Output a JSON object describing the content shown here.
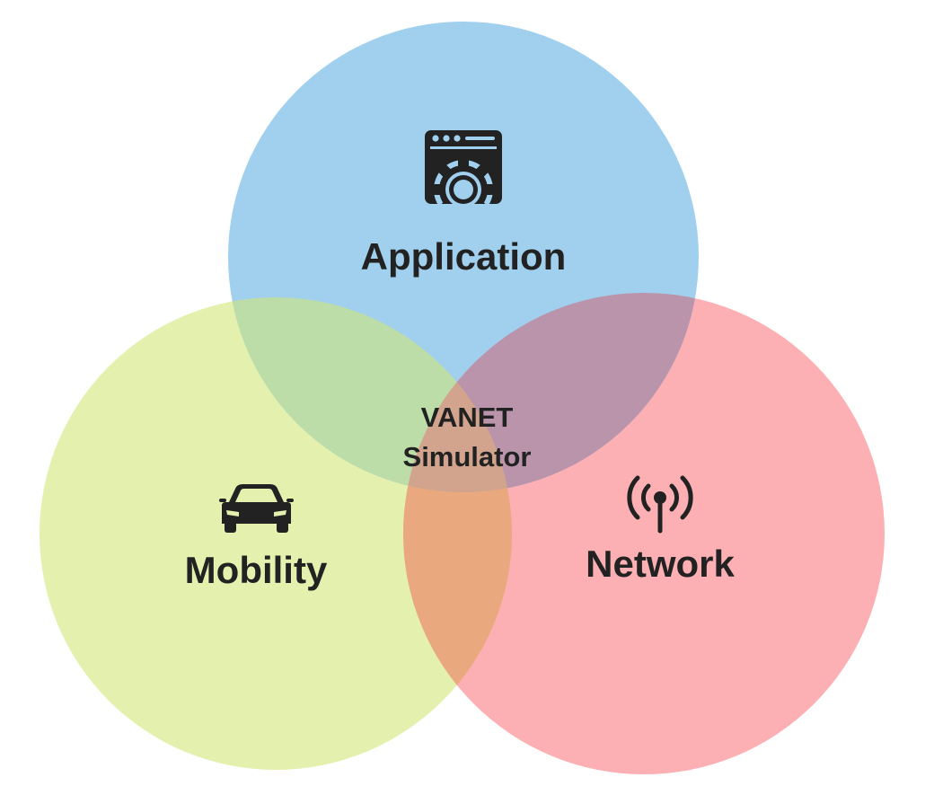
{
  "diagram": {
    "center": {
      "line1": "VANET",
      "line2": "Simulator"
    },
    "sets": [
      {
        "key": "application",
        "label": "Application",
        "color": "#a0d0ee",
        "icon": "application-settings-icon"
      },
      {
        "key": "mobility",
        "label": "Mobility",
        "color": "#e4f0ae",
        "icon": "car-icon"
      },
      {
        "key": "network",
        "label": "Network",
        "color": "#fdb0b4",
        "icon": "antenna-icon"
      }
    ],
    "overlap_colors": {
      "application_mobility": "#bcdca8",
      "application_network": "#b994aa",
      "mobility_network": "#eaa87e",
      "all": "#d2a48e"
    },
    "text_color": "#222222"
  }
}
